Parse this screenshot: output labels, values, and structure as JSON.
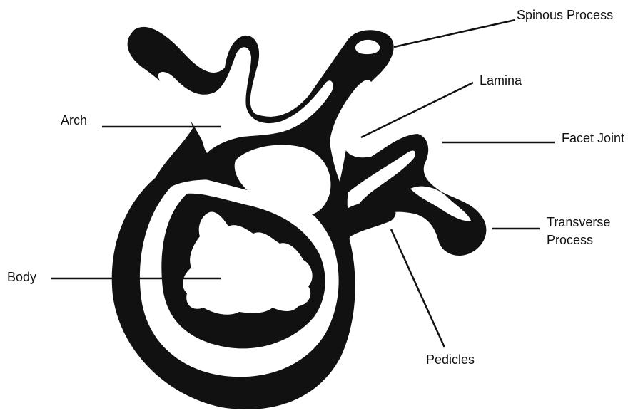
{
  "labels": {
    "spinous_process": "Spinous Process",
    "lamina": "Lamina",
    "arch": "Arch",
    "facet_joint": "Facet Joint",
    "transverse_process_line1": "Transverse",
    "transverse_process_line2": "Process",
    "body": "Body",
    "pedicles": "Pedicles"
  },
  "colors": {
    "ink": "#111111",
    "bone": "#ffffff"
  }
}
